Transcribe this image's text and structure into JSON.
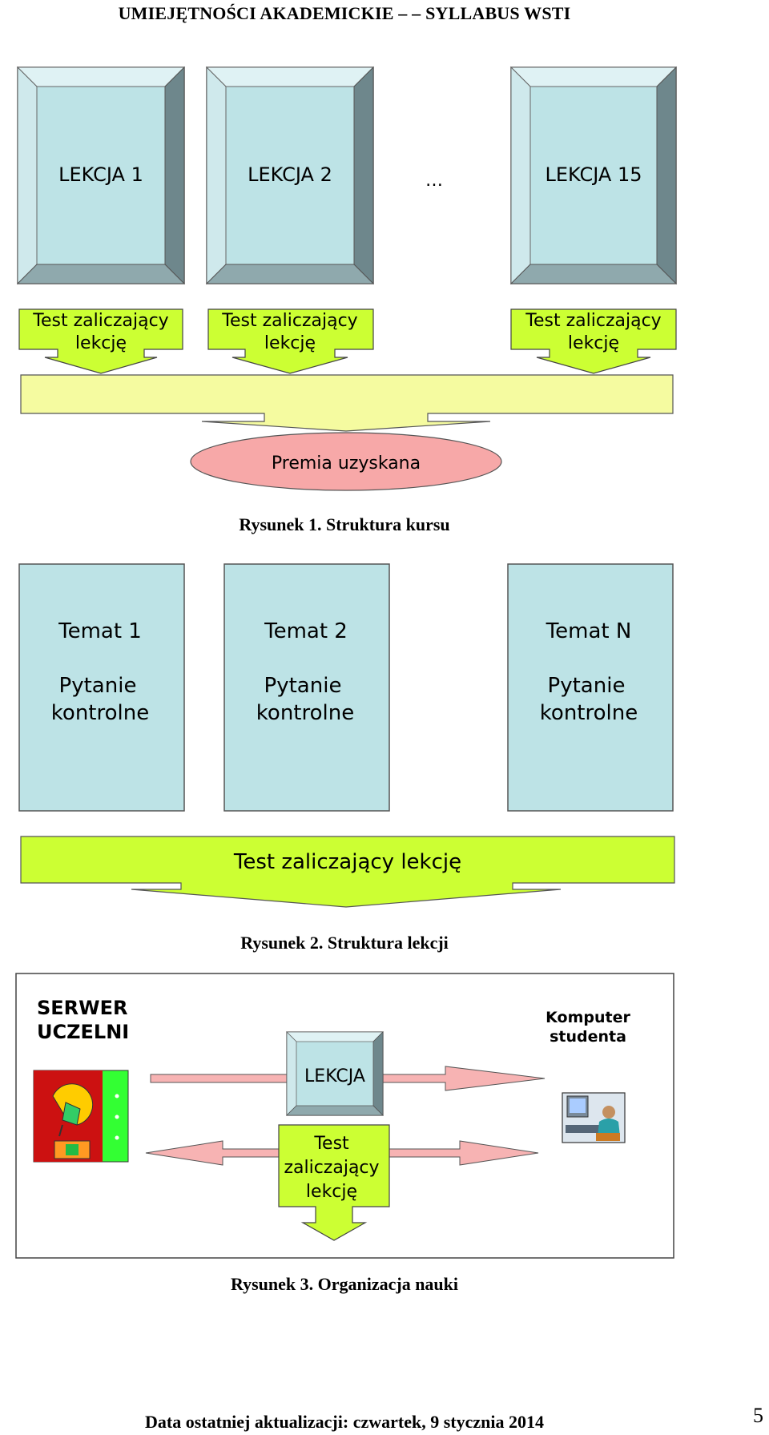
{
  "header": {
    "title": "UMIEJĘTNOŚCI AKADEMICKIE – – SYLLABUS WSTI"
  },
  "figure1": {
    "lessons": [
      "LEKCJA 1",
      "LEKCJA 2",
      "LEKCJA 15"
    ],
    "ellipsis": "…",
    "test_line1": "Test zaliczający",
    "test_line2": "lekcję",
    "bonus": "Premia uzyskana",
    "caption": "Rysunek 1. Struktura kursu"
  },
  "figure2": {
    "topics": [
      {
        "title": "Temat 1",
        "q1": "Pytanie",
        "q2": "kontrolne"
      },
      {
        "title": "Temat  2",
        "q1": "Pytanie",
        "q2": "kontrolne"
      },
      {
        "title": "Temat N",
        "q1": "Pytanie",
        "q2": "kontrolne"
      }
    ],
    "test_banner": "Test zaliczający lekcję",
    "caption": "Rysunek 2. Struktura lekcji"
  },
  "figure3": {
    "server_line1": "SERWER",
    "server_line2": "UCZELNI",
    "student_line1": "Komputer",
    "student_line2": "studenta",
    "lesson": "LEKCJA",
    "test_line1": "Test",
    "test_line2": "zaliczający",
    "test_line3": "lekcję",
    "caption": "Rysunek 3. Organizacja nauki"
  },
  "footer": {
    "text": "Data ostatniej aktualizacji: czwartek, 9 stycznia 2014",
    "page_number": "5"
  },
  "colors": {
    "lesson_face": "#bde3e6",
    "lesson_bevel_light": "#dff2f4",
    "lesson_bevel_dark": "#6e878c",
    "test_green": "#ccff33",
    "bar_yellow": "#f5fba0",
    "bonus_pink": "#f7a8a8",
    "arrow_pink": "#f7b3b3",
    "topic_face": "#bde3e6"
  }
}
